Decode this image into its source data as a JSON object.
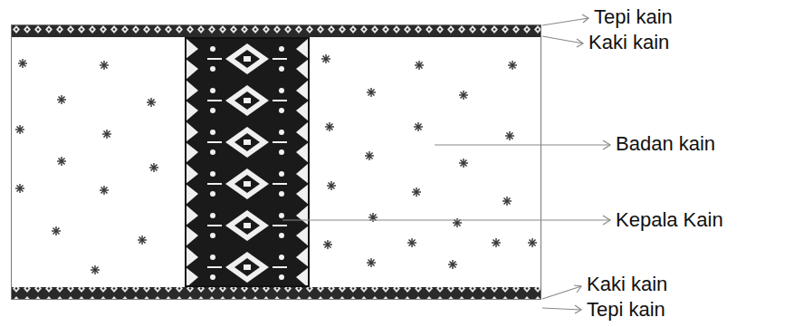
{
  "diagram": {
    "labels": [
      "Tepi kain",
      "Kaki kain",
      "Badan kain",
      "Kepala Kain",
      "Kaki kain",
      "Tepi kain"
    ]
  }
}
